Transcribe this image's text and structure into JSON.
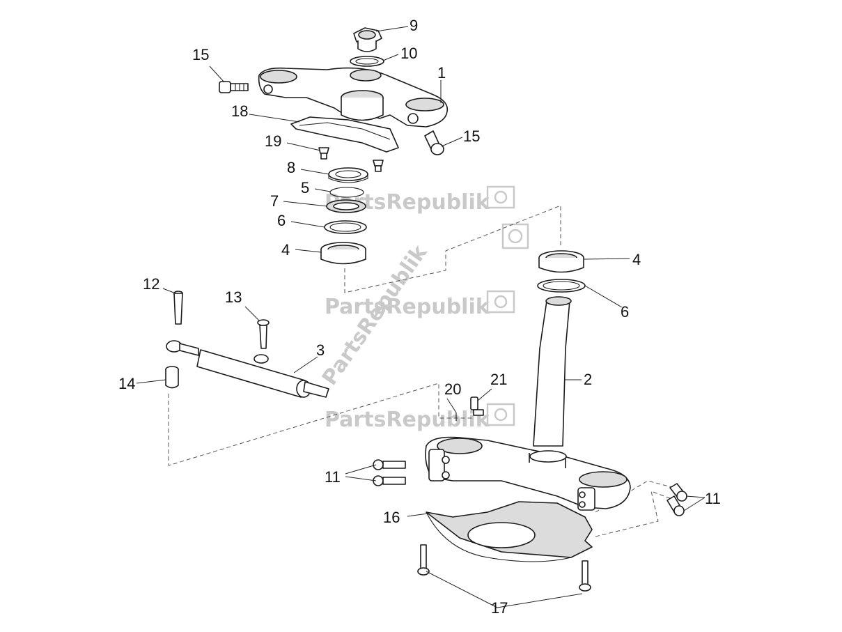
{
  "watermark": {
    "text": "PartsRepublik"
  },
  "callouts": {
    "c1": "1",
    "c2": "2",
    "c3": "3",
    "c4a": "4",
    "c4b": "4",
    "c5": "5",
    "c6a": "6",
    "c6b": "6",
    "c7": "7",
    "c8": "8",
    "c9": "9",
    "c10": "10",
    "c11a": "11",
    "c11b": "11",
    "c12": "12",
    "c13": "13",
    "c14": "14",
    "c15a": "15",
    "c15b": "15",
    "c16": "16",
    "c17": "17",
    "c18": "18",
    "c19": "19",
    "c20": "20",
    "c21": "21"
  },
  "icons": {
    "watermark_badge": "gear-flag-icon"
  }
}
